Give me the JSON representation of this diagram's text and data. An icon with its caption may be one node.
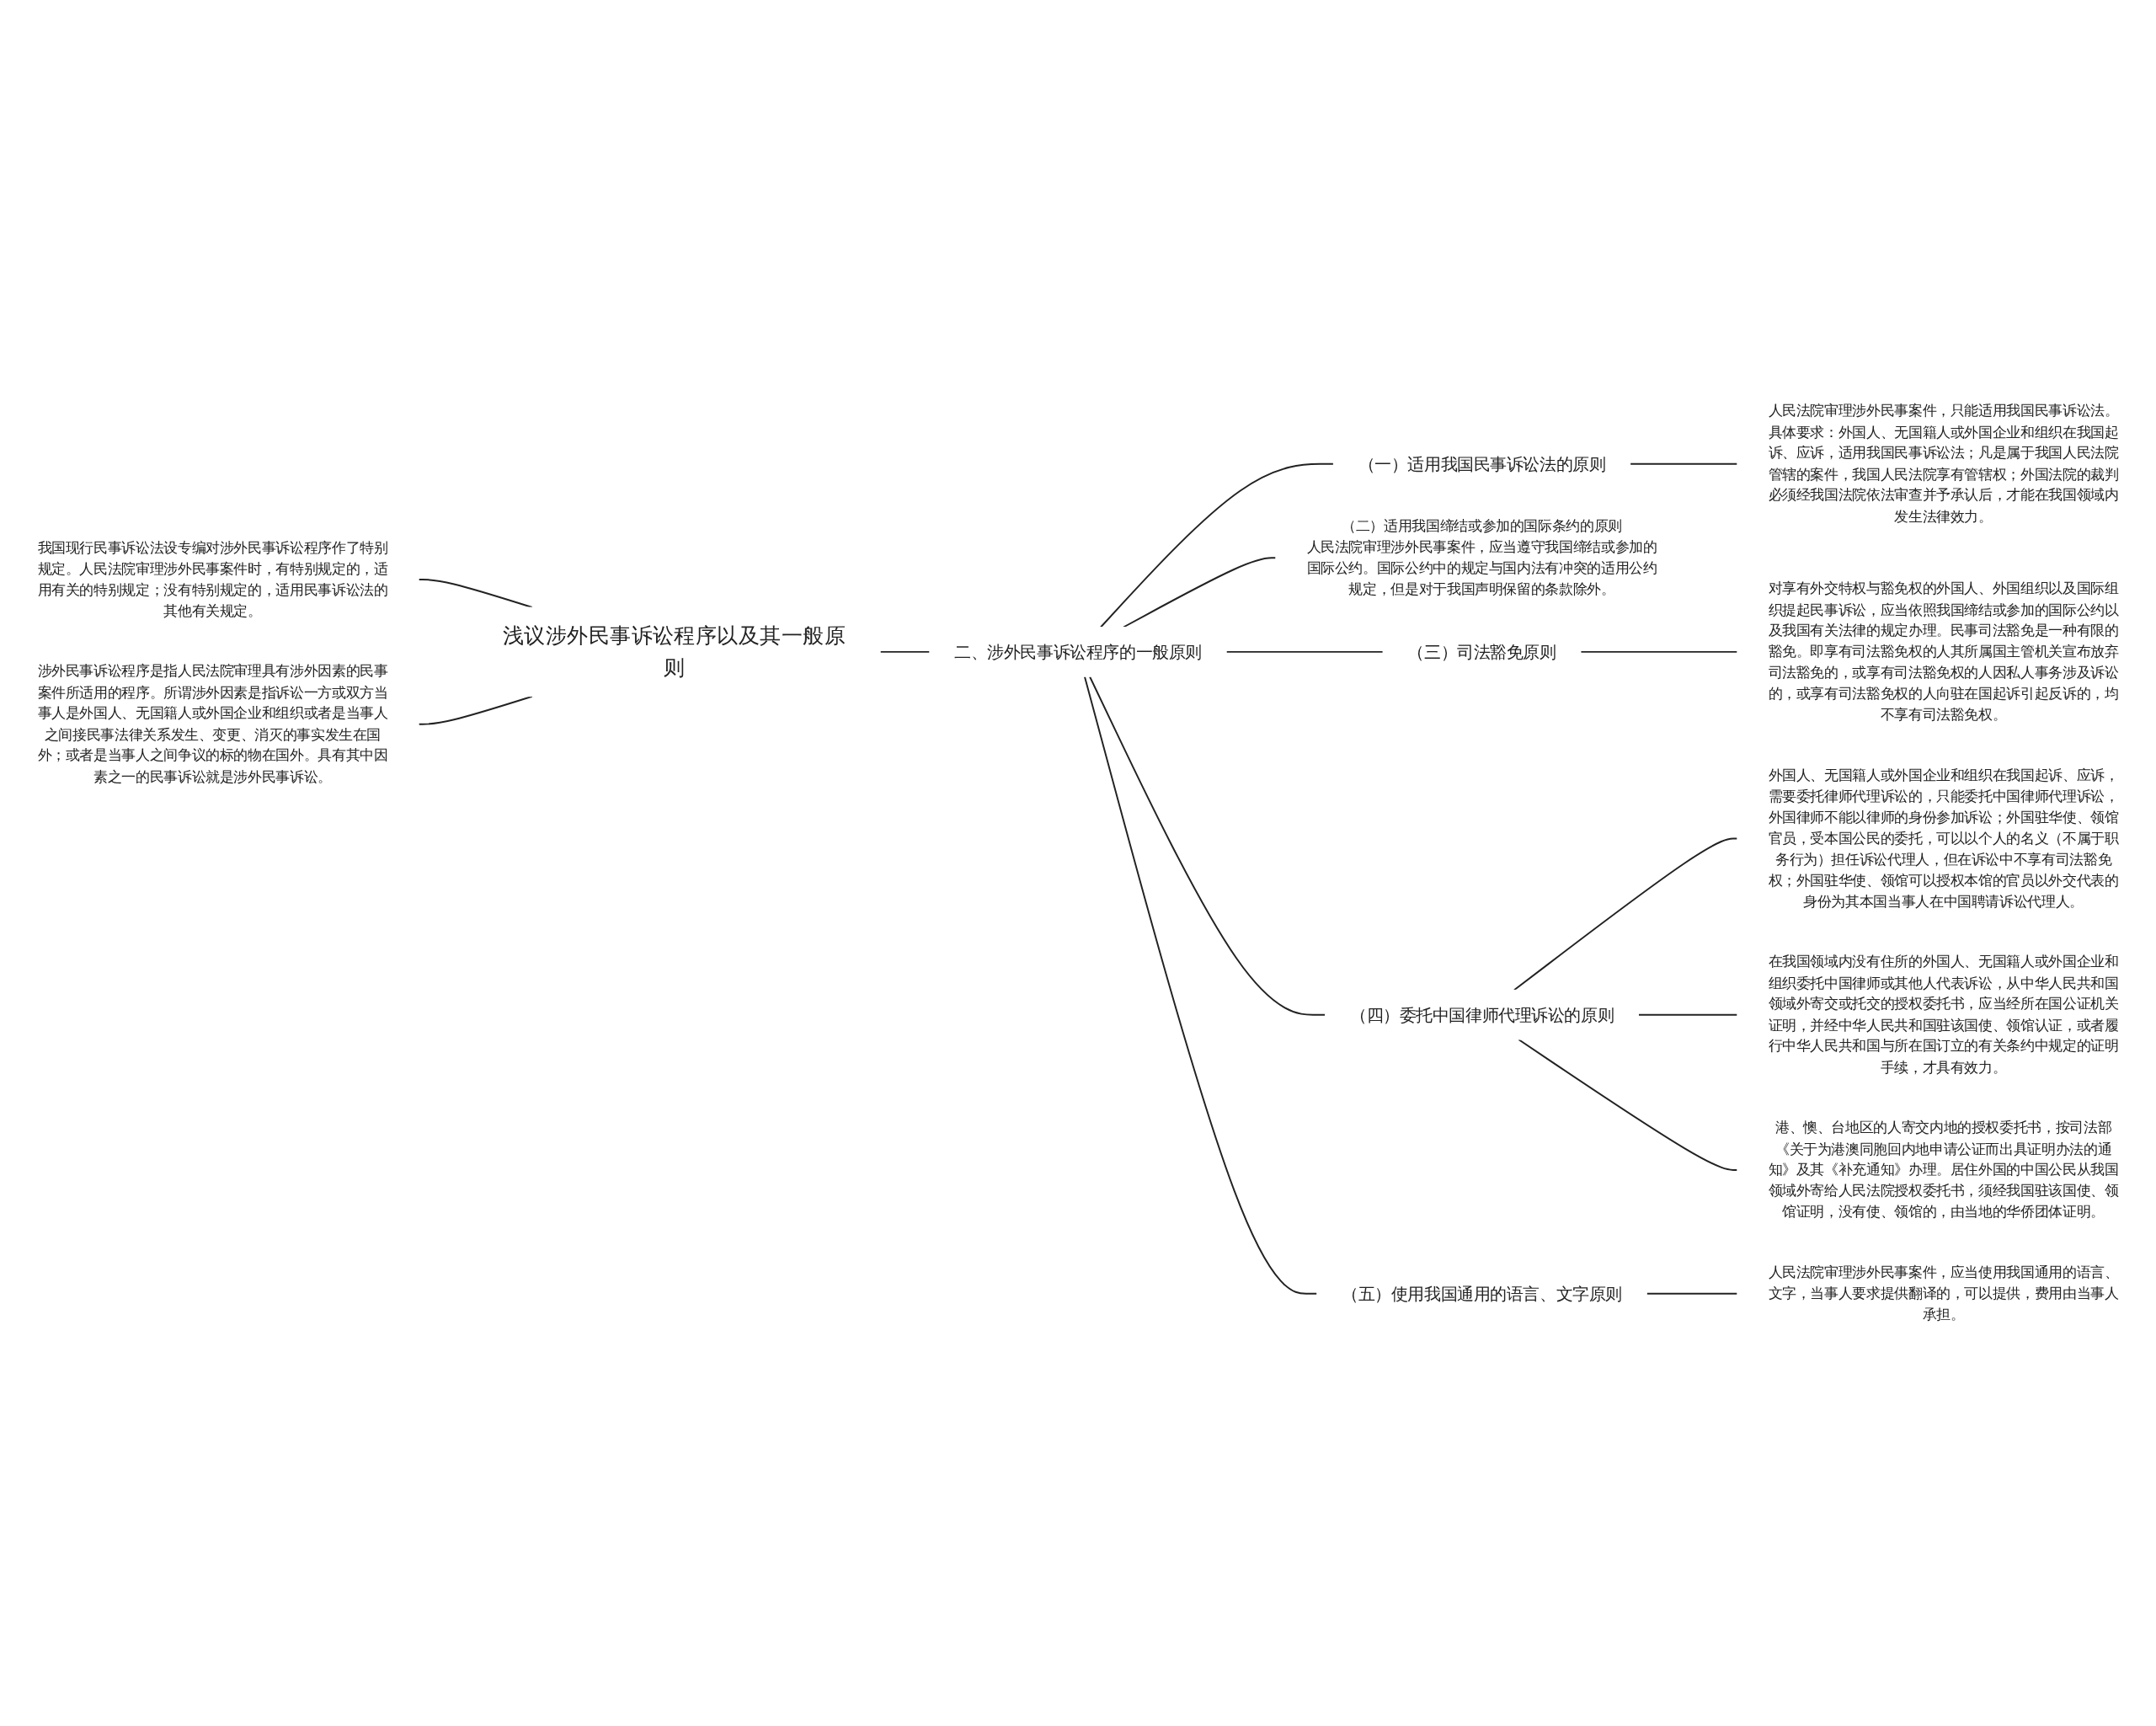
{
  "diagram": {
    "nodes": [
      {
        "text": [
          "浅议涉外民事诉讼程序以及其一般原则"
        ]
      },
      {
        "text": [
          "我国现行民事诉讼法设专编对涉外民事诉讼程序作了特别规定。人民法院审理涉外民事案件时，有特别规定的，适用有关的特别规定；没有特别规定的，适用民事诉讼法的其他有关规定。"
        ]
      },
      {
        "text": [
          "涉外民事诉讼程序是指人民法院审理具有涉外因素的民事案件所适用的程序。所谓涉外因素是指诉讼一方或双方当事人是外国人、无国籍人或外国企业和组织或者是当事人之间接民事法律关系发生、变更、消灭的事实发生在国外；或者是当事人之间争议的标的物在国外。具有其中因素之一的民事诉讼就是涉外民事诉讼。"
        ]
      },
      {
        "text": [
          "二、涉外民事诉讼程序的一般原则"
        ]
      },
      {
        "text": [
          "（一）适用我国民事诉讼法的原则"
        ]
      },
      {
        "text": [
          "人民法院审理涉外民事案件，只能适用我国民事诉讼法。具体要求：外国人、无国籍人或外国企业和组织在我国起诉、应诉，适用我国民事诉讼法；凡是属于我国人民法院管辖的案件，我国人民法院享有管辖权；外国法院的裁判必须经我国法院依法审查并予承认后，才能在我国领域内发生法律效力。"
        ]
      },
      {
        "text": [
          "（二）适用我国缔结或参加的国际条约的原则",
          "人民法院审理涉外民事案件，应当遵守我国缔结或参加的国际公约。国际公约中的规定与国内法有冲突的适用公约规定，但是对于我国声明保留的条款除外。"
        ]
      },
      {
        "text": [
          "（三）司法豁免原则"
        ]
      },
      {
        "text": [
          "对享有外交特权与豁免权的外国人、外国组织以及国际组织提起民事诉讼，应当依照我国缔结或参加的国际公约以及我国有关法律的规定办理。民事司法豁免是一种有限的豁免。即享有司法豁免权的人其所属国主管机关宣布放弃司法豁免的，或享有司法豁免权的人因私人事务涉及诉讼的，或享有司法豁免权的人向驻在国起诉引起反诉的，均不享有司法豁免权。"
        ]
      },
      {
        "text": [
          "（四）委托中国律师代理诉讼的原则"
        ]
      },
      {
        "text": [
          "外国人、无国籍人或外国企业和组织在我国起诉、应诉，需要委托律师代理诉讼的，只能委托中国律师代理诉讼，外国律师不能以律师的身份参加诉讼；外国驻华使、领馆官员，受本国公民的委托，可以以个人的名义（不属于职务行为）担任诉讼代理人，但在诉讼中不享有司法豁免权；外国驻华使、领馆可以授权本馆的官员以外交代表的身份为其本国当事人在中国聘请诉讼代理人。"
        ]
      },
      {
        "text": [
          "在我国领域内没有住所的外国人、无国籍人或外国企业和组织委托中国律师或其他人代表诉讼，从中华人民共和国领域外寄交或托交的授权委托书，应当经所在国公证机关证明，并经中华人民共和国驻该国使、领馆认证，或者履行中华人民共和国与所在国订立的有关条约中规定的证明手续，才具有效力。"
        ]
      },
      {
        "text": [
          "港、懊、台地区的人寄交内地的授权委托书，按司法部《关于为港澳同胞回内地申请公证而出具证明办法的通知》及其《补充通知》办理。居住外国的中国公民从我国领域外寄给人民法院授权委托书，须经我国驻该国使、领馆证明，没有使、领馆的，由当地的华侨团体证明。"
        ]
      },
      {
        "text": [
          "（五）使用我国通用的语言、文字原则"
        ]
      },
      {
        "text": [
          "人民法院审理涉外民事案件，应当使用我国通用的语言、文字，当事人要求提供翻译的，可以提供，费用由当事人承担。"
        ]
      }
    ],
    "edges": [
      {
        "from": 0,
        "to": 3,
        "arrow": "none"
      },
      {
        "from": 3,
        "to": 4,
        "arrow": "none"
      },
      {
        "from": 4,
        "to": 5,
        "arrow": "none"
      },
      {
        "from": 3,
        "to": 6,
        "arrow": "none"
      },
      {
        "from": 3,
        "to": 7,
        "arrow": "none"
      },
      {
        "from": 7,
        "to": 8,
        "arrow": "none"
      },
      {
        "from": 3,
        "to": 9,
        "arrow": "none"
      },
      {
        "from": 9,
        "to": 10,
        "arrow": "none"
      },
      {
        "from": 9,
        "to": 11,
        "arrow": "none"
      },
      {
        "from": 9,
        "to": 12,
        "arrow": "none"
      },
      {
        "from": 3,
        "to": 13,
        "arrow": "none"
      },
      {
        "from": 13,
        "to": 14,
        "arrow": "none"
      },
      {
        "from": 0,
        "to": 1,
        "arrow": "none"
      },
      {
        "from": 0,
        "to": 2,
        "arrow": "none"
      }
    ]
  }
}
